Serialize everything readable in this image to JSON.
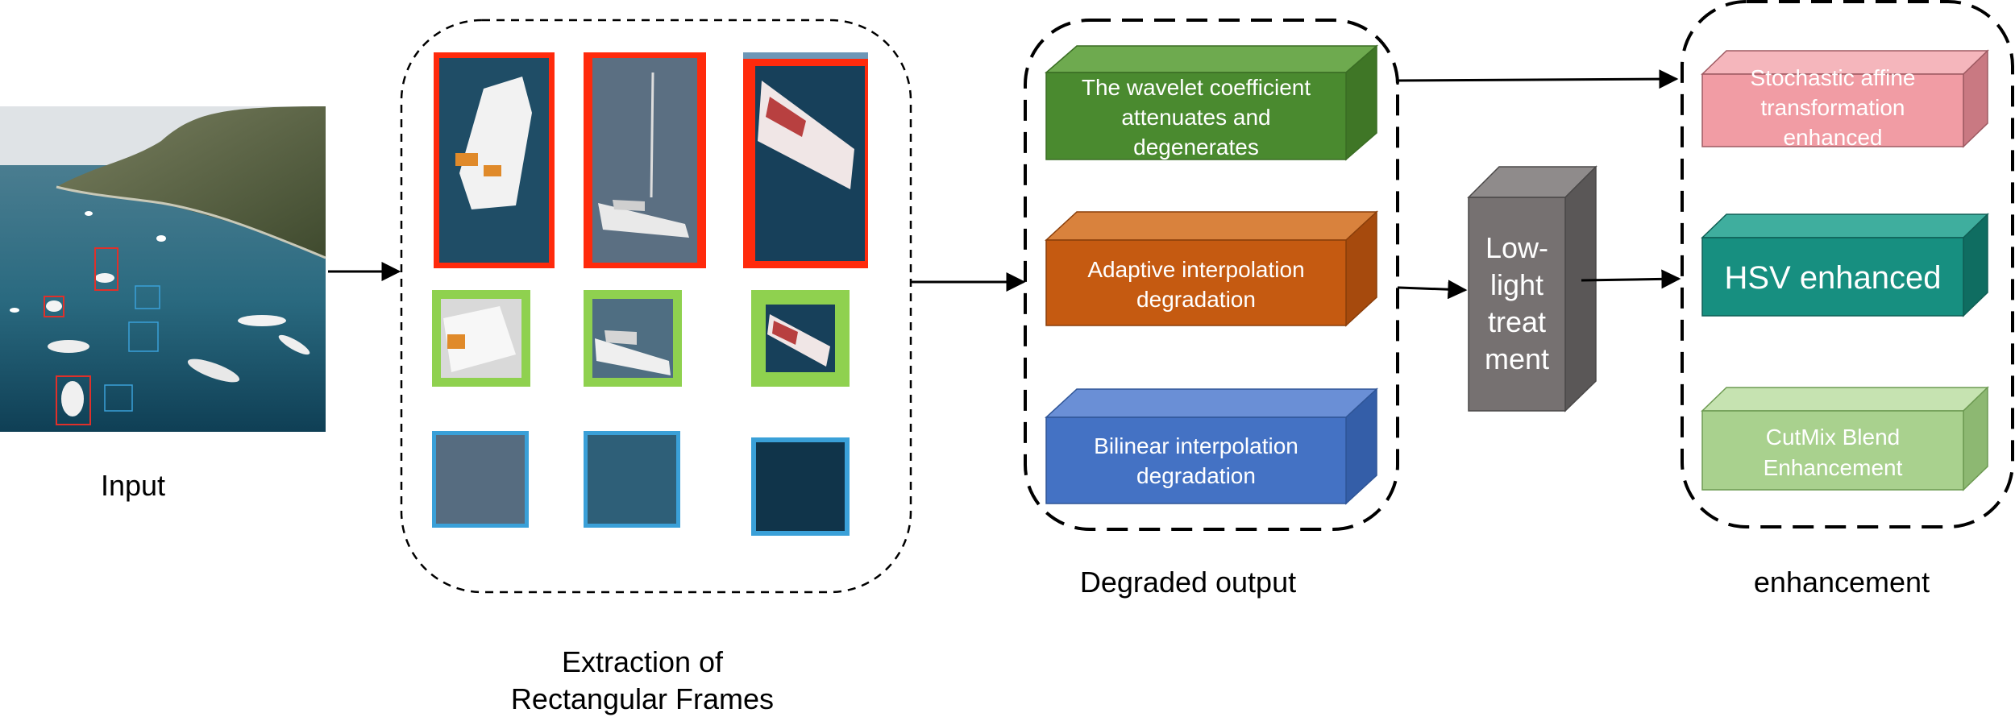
{
  "labels": {
    "input": "Input",
    "extraction_line1": "Extraction of",
    "extraction_line2": "Rectangular Frames",
    "degraded": "Degraded output",
    "enhancement": "enhancement"
  },
  "degradation_boxes": [
    {
      "lines": [
        "The wavelet coefficient",
        "attenuates and",
        "degenerates"
      ],
      "color": "#4a8a2f"
    },
    {
      "lines": [
        "Adaptive interpolation",
        "degradation"
      ],
      "color": "#c55a11"
    },
    {
      "lines": [
        "Bilinear interpolation",
        "degradation"
      ],
      "color": "#4472c4"
    }
  ],
  "low_light": {
    "lines": [
      "Low-",
      "light",
      "treat",
      "ment"
    ],
    "color": "#767171"
  },
  "enhancement_boxes": [
    {
      "lines": [
        "Stochastic affine",
        "transformation",
        "enhanced"
      ],
      "color": "#f19ca4"
    },
    {
      "lines": [
        "HSV enhanced"
      ],
      "color": "#178f80"
    },
    {
      "lines": [
        "CutMix Blend",
        "Enhancement"
      ],
      "color": "#a9d18e"
    }
  ],
  "frame_colors": {
    "red": "#ff2a0c",
    "green": "#8fd14f",
    "blue": "#3aa0d8"
  },
  "colors": {
    "sea": "#2a5d7a",
    "land": "#5f6b45",
    "sky": "#e4e6e8"
  }
}
